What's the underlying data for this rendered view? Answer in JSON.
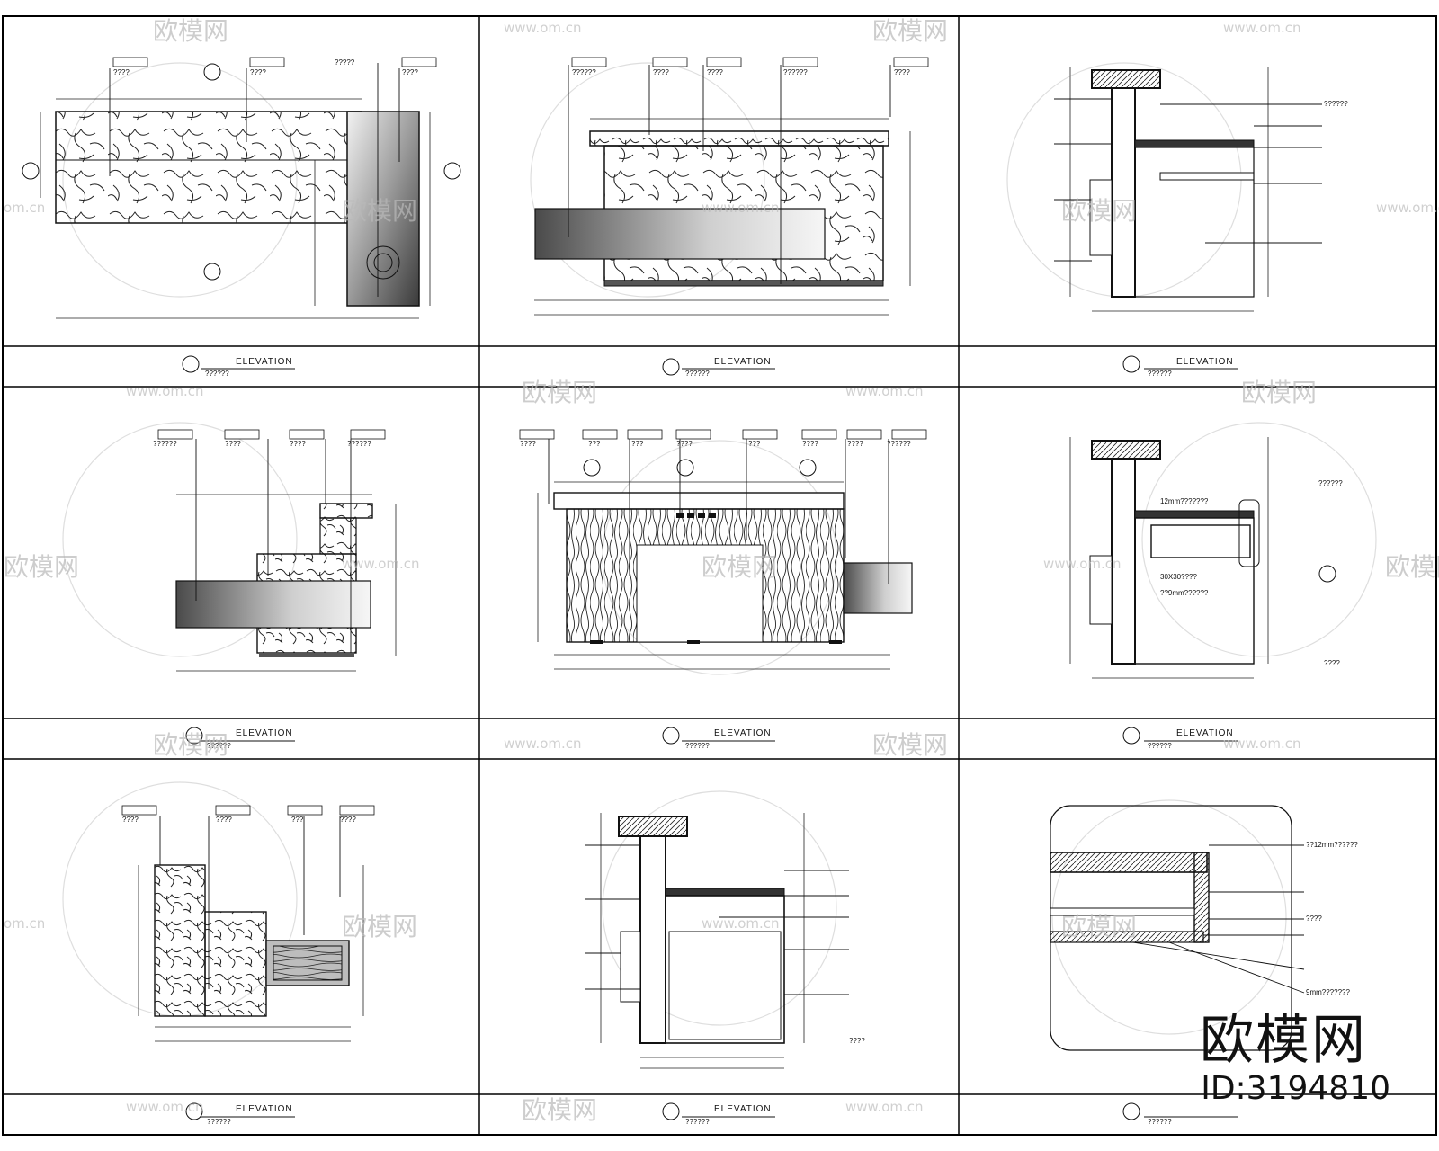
{
  "drawing": {
    "view_title": "ELEVATION",
    "view_subtitle": "??????",
    "scale_note": "?",
    "tag_text": "????",
    "tag_short": "???",
    "tag_long": "??????",
    "notes": {
      "n1": "??????",
      "n2": "??????",
      "n3": "??????",
      "n4": "12mm???????",
      "n5": "30X30????",
      "n6": "??9mm??????",
      "n7": "??12mm??????",
      "n8": "9mm???????",
      "n9": "????",
      "n10": "?????"
    }
  },
  "watermarks": {
    "brand": "欧模网",
    "url": "www.om.cn",
    "url_fragment": "om.cn",
    "id_label": "ID:3194810"
  },
  "colors": {
    "line": "#111111",
    "frame": "#000000",
    "watermark": "#bbbbbb",
    "fill_gradient_dark": "#555555",
    "fill_gradient_light": "#f4f4f4"
  }
}
